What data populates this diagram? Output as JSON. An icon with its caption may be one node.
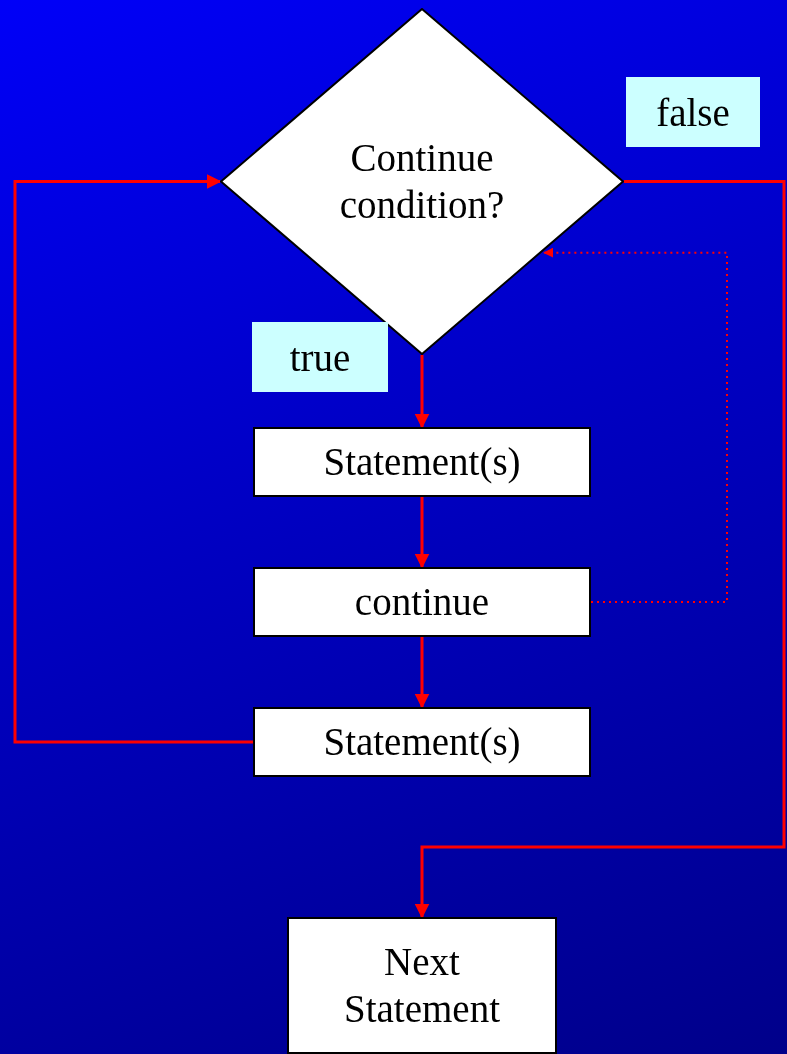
{
  "diagram": {
    "nodes": [
      {
        "text": [
          "Continue condition?"
        ]
      },
      {
        "text": [
          "Statement(s)"
        ]
      },
      {
        "text": [
          "continue"
        ]
      },
      {
        "text": [
          "Statement(s)"
        ]
      },
      {
        "text": [
          "Next Statement"
        ]
      }
    ],
    "edges": [
      {
        "from": 0,
        "to": 1,
        "arrow": "to",
        "label": "true"
      },
      {
        "from": 1,
        "to": 2,
        "arrow": "to"
      },
      {
        "from": 2,
        "to": 3,
        "arrow": "to"
      },
      {
        "from": 3,
        "to": 0,
        "arrow": "to"
      },
      {
        "from": 2,
        "to": 0,
        "arrow": "to",
        "style": "dashed"
      },
      {
        "from": 0,
        "to": 4,
        "arrow": "to",
        "label": "false"
      }
    ]
  }
}
